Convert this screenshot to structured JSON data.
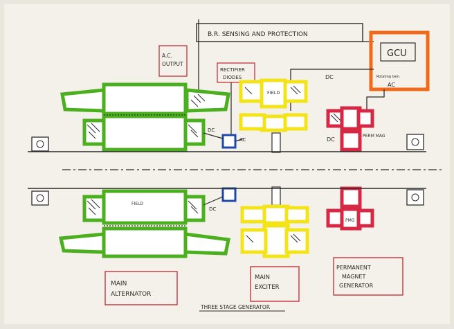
{
  "diagram": {
    "title": "THREE STAGE GENERATOR",
    "header": "B.R. SENSING AND PROTECTION",
    "ac_output": [
      "A.C.",
      "OUTPUT"
    ],
    "rectifier": [
      "RECTIFIER",
      "DIODES"
    ],
    "gcu": "GCU",
    "gcu_sub": "Rotating Gen.",
    "field_exciter": "FIELD",
    "field_alt": "FIELD",
    "pmg_upper": "PERM MAG",
    "pmg_lower": "PMG",
    "dc_gcu_label": "DC",
    "ac_gcu_label": "AC",
    "dc_upper_a": "DC",
    "ac_upper_b": "AC",
    "dc_lower_a": "DC",
    "dc_pmg": "DC",
    "box_main_alternator": [
      "MAIN",
      "ALTERNATOR"
    ],
    "box_main_exciter": [
      "MAIN",
      "EXCITER"
    ],
    "box_pmg": [
      "PERMANENT",
      "MAGNET",
      "GENERATOR"
    ]
  },
  "colors": {
    "paper": "#f4f1ea",
    "ink": "#2d2a2a",
    "alternator": "#4caf1f",
    "exciter": "#f2e31a",
    "pmg": "#d62845",
    "rectifier": "#1d49a8",
    "gcu": "#f06a1a",
    "label_box": "#c4343a"
  }
}
